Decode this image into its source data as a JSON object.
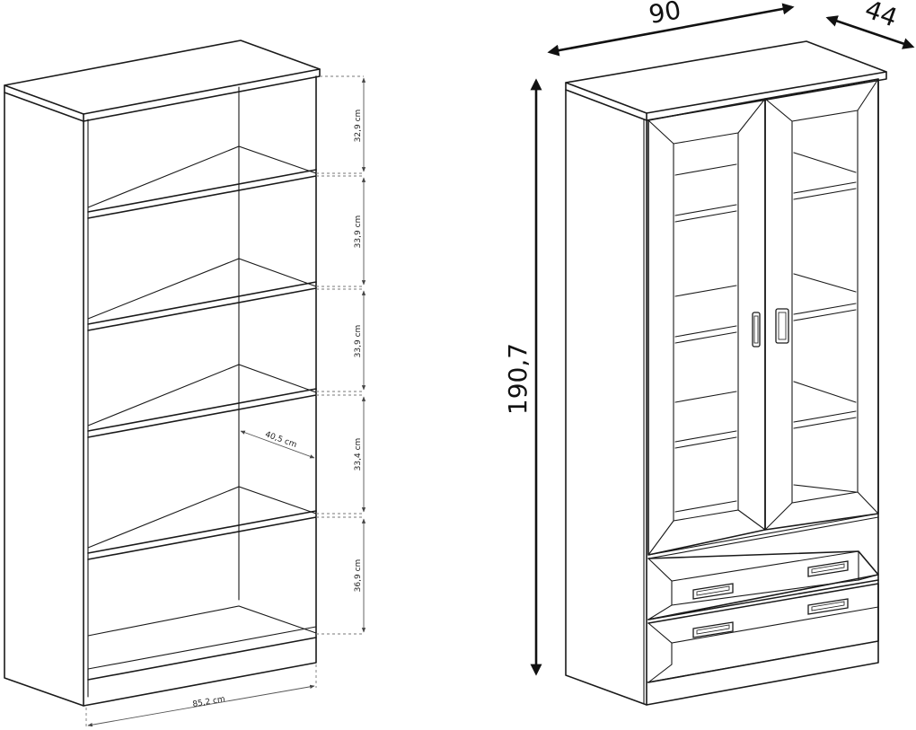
{
  "bookcase": {
    "shelf_heights": [
      "32,9 cm",
      "33,9 cm",
      "33,9 cm",
      "33,4 cm",
      "36,9 cm"
    ],
    "depth_label": "40,5 cm",
    "width_label": "85,2 cm"
  },
  "cabinet": {
    "width_label": "90",
    "depth_label": "44",
    "height_label": "190,7"
  }
}
